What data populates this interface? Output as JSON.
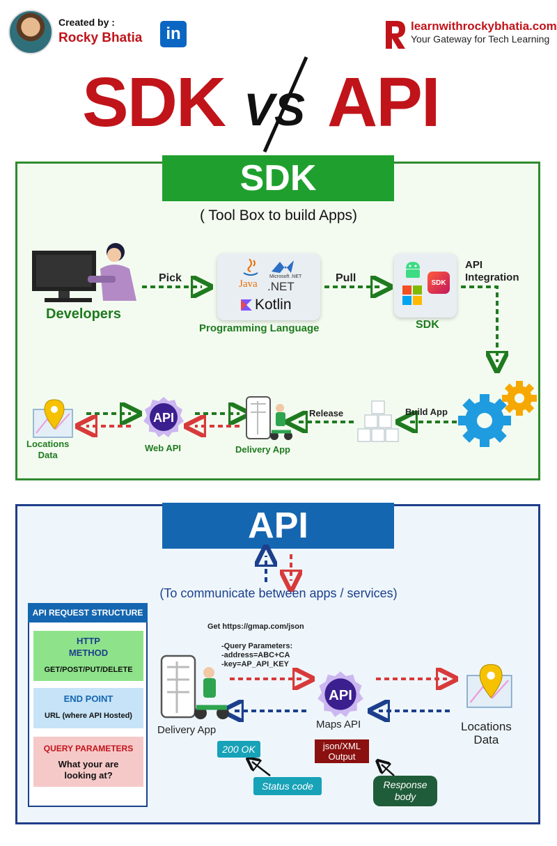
{
  "header": {
    "created_by": "Created by :",
    "author": "Rocky Bhatia",
    "linkedin": "in",
    "brand_name": "learnwithrockybhatia.com",
    "brand_tagline": "Your Gateway for Tech Learning",
    "title_left": "SDK",
    "title_vs": "VS",
    "title_right": "API"
  },
  "sdk": {
    "banner": "SDK",
    "subtitle": "( Tool Box to build Apps)",
    "developers": "Developers",
    "pick": "Pick",
    "pull": "Pull",
    "api_integration": "API\nIntegration",
    "languages": [
      "Java",
      "Microsoft .NET",
      ".NET",
      "Kotlin"
    ],
    "programming_language": "Programming Language",
    "sdk_label": "SDK",
    "sdk_tile": "SDK",
    "build_app": "Build App",
    "release": "Release",
    "delivery_app": "Delivery App",
    "web_api": "Web API",
    "api_badge": "API",
    "locations_data": "Locations\nData"
  },
  "api": {
    "banner": "API",
    "subtitle": "(To communicate between apps / services)",
    "request_structure": {
      "heading": "API REQUEST STRUCTURE",
      "http_method_title": "HTTP\nMETHOD",
      "http_method_value": "GET/POST/PUT/DELETE",
      "endpoint_title": "END POINT",
      "endpoint_value": "URL (where API Hosted)",
      "query_title": "QUERY PARAMETERS",
      "query_value": "What your are\nlooking at?"
    },
    "get_url": "Get https://gmap.com/json",
    "query_params": "-Query Parameters:\n-address=ABC+CA\n-key=AP_API_KEY",
    "delivery_app": "Delivery App",
    "maps_api": "Maps API",
    "api_badge": "API",
    "locations_data": "Locations\nData",
    "status_ok": "200 OK",
    "status_code": "Status code",
    "output": "json/XML\nOutput",
    "response_body": "Response\nbody"
  },
  "colors": {
    "brand_red": "#c0141a",
    "sdk_green": "#1fa02e",
    "api_blue": "#1566b0",
    "arrow_green": "#1f7a1f",
    "arrow_red": "#d83a3a",
    "arrow_blue": "#1c3f8c"
  }
}
